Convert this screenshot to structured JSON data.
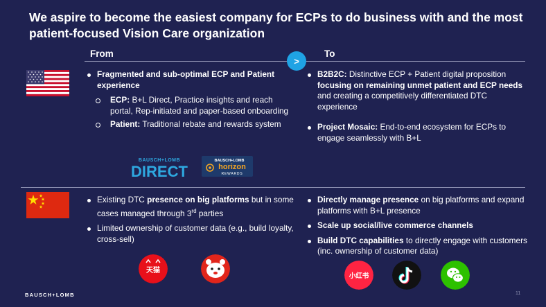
{
  "title": "We aspire to become the easiest company for ECPs to do business with and the most patient-focused Vision Care organization",
  "headers": {
    "from": "From",
    "to": "To",
    "arrow": ">"
  },
  "us": {
    "from": {
      "main": "Fragmented and sub-optimal ECP and Patient experience",
      "sub": [
        {
          "label": "ECP:",
          "text": " B+L Direct, Practice insights and reach portal, Rep-initiated and paper-based onboarding"
        },
        {
          "label": "Patient:",
          "text": " Traditional rebate and rewards system"
        }
      ]
    },
    "to": [
      {
        "label": "B2B2C:",
        "text1": " Distinctive ECP + Patient digital proposition ",
        "bold2": "focusing on remaining unmet patient and ECP needs",
        "text2": " and creating a competitively differentiated DTC experience"
      },
      {
        "label": "Project Mosaic:",
        "text1": " End-to-end ecosystem for ECPs to engage seamlessly with B+L"
      }
    ],
    "logos": {
      "direct_brand": "BAUSCH+LOMB",
      "direct_name": "DIRECT",
      "horizon_brand": "BAUSCH+LOMB",
      "horizon_name": "horizon",
      "horizon_sub": "REWARDS"
    }
  },
  "china": {
    "from": [
      {
        "pre": "Existing DTC ",
        "bold": "presence on big platforms",
        "post": " but in some cases managed through 3",
        "sup": "rd",
        "post2": " parties"
      },
      {
        "pre": "Limited ownership of customer data (e.g., build loyalty, cross-sell)"
      }
    ],
    "to": [
      {
        "bold": "Directly manage presence",
        "post": " on big platforms and expand platforms with B+L presence"
      },
      {
        "bold": "Scale up social/live commerce channels",
        "post": ""
      },
      {
        "bold": "Build DTC capabilities",
        "post": " to directly engage with customers (inc. ownership of customer data)"
      }
    ],
    "icons": {
      "tmall": "天猫",
      "xiaohongshu": "小红书"
    }
  },
  "footer": {
    "logo": "BAUSCH+LOMB",
    "page": "11"
  },
  "colors": {
    "background": "#1f2251",
    "accent": "#1fa3e5",
    "divider": "#8f92b3"
  }
}
